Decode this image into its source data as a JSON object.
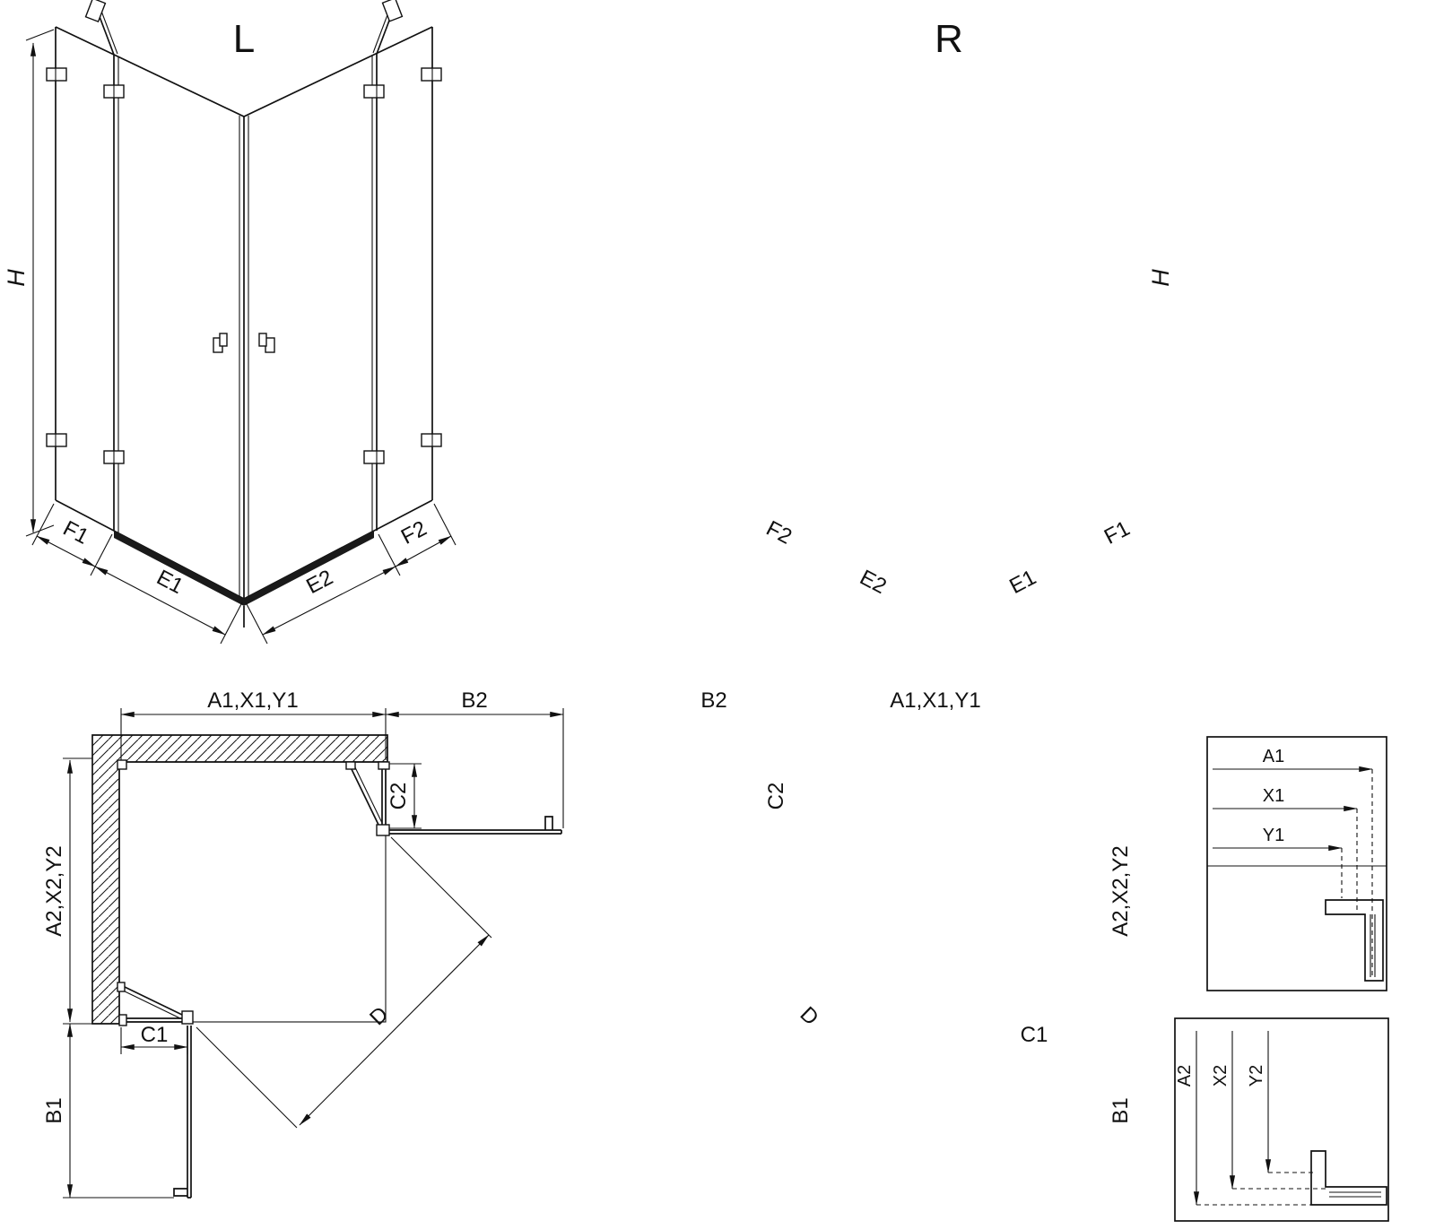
{
  "diagram": {
    "variants": {
      "left": "L",
      "right": "R"
    },
    "dims": {
      "height": "H",
      "f1": "F1",
      "e1": "E1",
      "e2": "E2",
      "f2": "F2",
      "width_top_group": "A1,X1,Y1",
      "side_group": "A2,X2,Y2",
      "b1": "B1",
      "b2": "B2",
      "c1": "C1",
      "c2": "C2",
      "diagonal": "D"
    },
    "detail_top": {
      "row1": "A1",
      "row2": "X1",
      "row3": "Y1"
    },
    "detail_bottom": {
      "col1": "A2",
      "col2": "X2",
      "col3": "Y2"
    }
  }
}
